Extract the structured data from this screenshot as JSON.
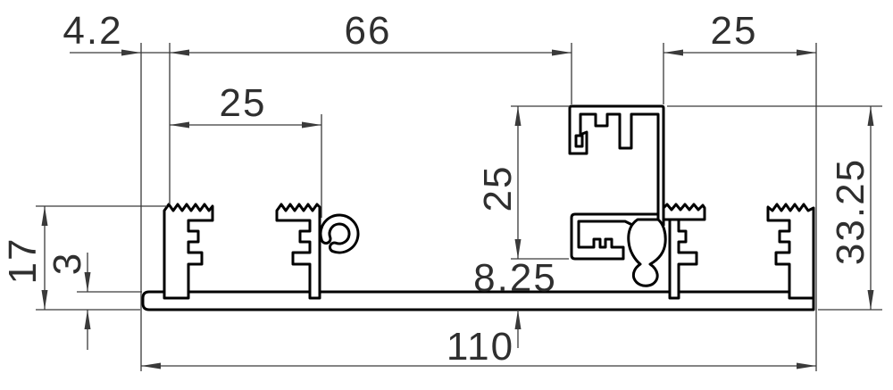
{
  "drawing": {
    "type": "technical-cross-section",
    "colors": {
      "outline": "#000000",
      "dimension": "#3a3a3a",
      "text": "#2f2f2f",
      "background": "#ffffff"
    },
    "dimensions": {
      "lip_width": "4.2",
      "span_66": "66",
      "top_right_25": "25",
      "left_post_25": "25",
      "tower_height_25": "25",
      "left_height_17": "17",
      "base_thickness_3": "3",
      "boss_height_8_25": "8.25",
      "overall_width_110": "110",
      "overall_height_33_25": "33.25"
    }
  }
}
